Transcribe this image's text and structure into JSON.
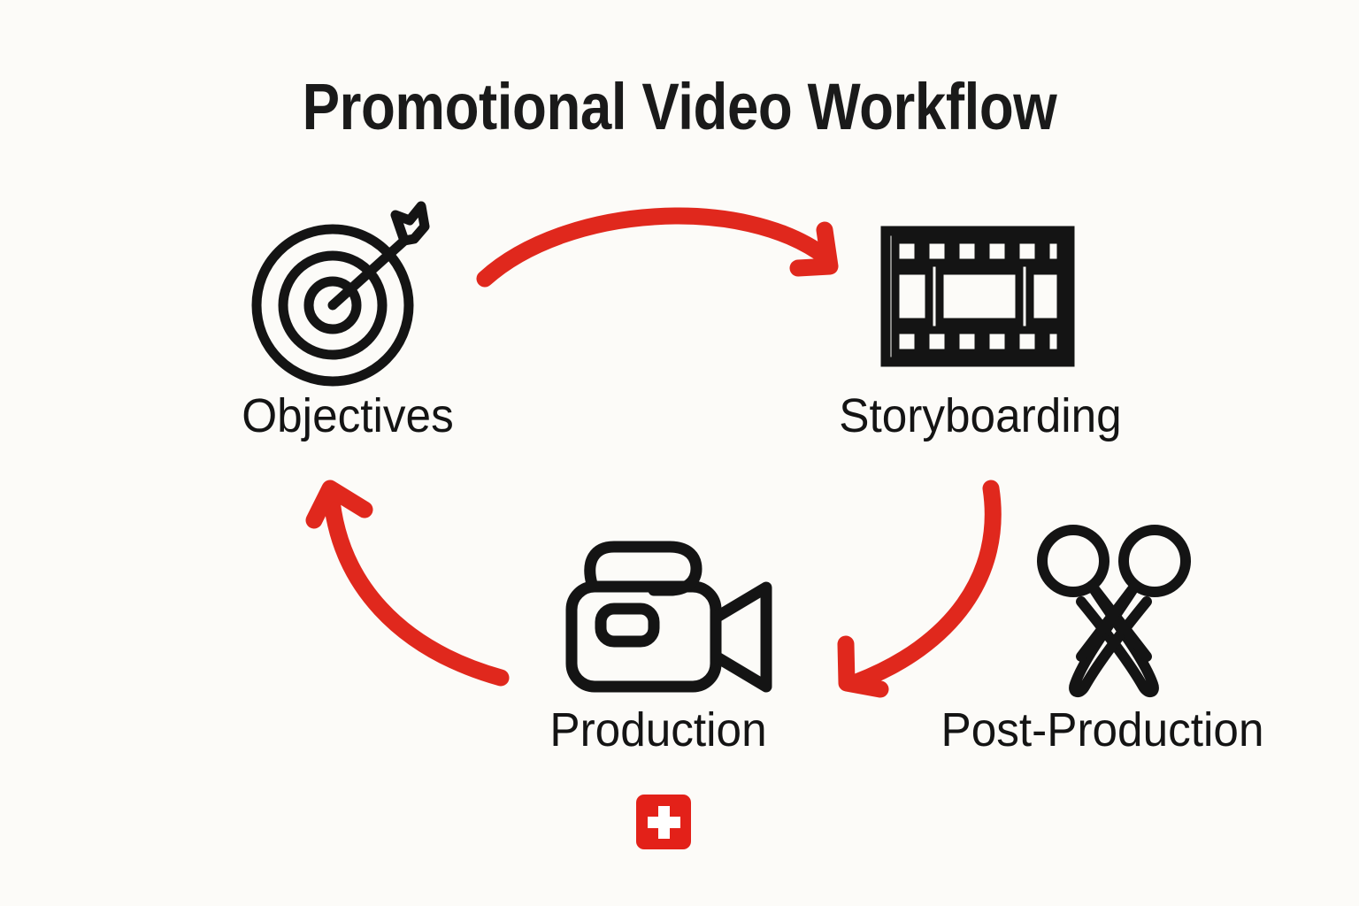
{
  "page": {
    "title": "Promotional Video Workflow",
    "background_color": "#FCFBF8",
    "ink_color": "#141414",
    "accent_color": "#E0281D"
  },
  "diagram": {
    "type": "cycle",
    "direction": "clockwise",
    "nodes": [
      {
        "id": "objectives",
        "label": "Objectives",
        "icon": "target-bullseye-arrow-icon",
        "position": "top-left"
      },
      {
        "id": "storyboarding",
        "label": "Storyboarding",
        "icon": "film-strip-icon",
        "position": "top-right"
      },
      {
        "id": "post-production",
        "label": "Post-Production",
        "icon": "scissors-icon",
        "position": "bottom-right"
      },
      {
        "id": "production",
        "label": "Production",
        "icon": "video-camera-icon",
        "position": "bottom-left"
      }
    ],
    "arrows": [
      {
        "id": "arrow-objectives-to-storyboarding",
        "from": "objectives",
        "to": "storyboarding",
        "shape": "arc-over-top",
        "color": "#E0281D"
      },
      {
        "id": "arrow-storyboarding-to-post-production",
        "from": "storyboarding",
        "to": "post-production",
        "shape": "arc-down-left",
        "color": "#E0281D"
      },
      {
        "id": "arrow-production-to-objectives",
        "from": "production",
        "to": "objectives",
        "shape": "arc-up-left",
        "color": "#E0281D"
      }
    ],
    "badge": {
      "id": "swiss-cross-badge",
      "icon": "plus-cross-icon",
      "background_color": "#E32119",
      "mark_color": "#FFFFFF"
    }
  }
}
